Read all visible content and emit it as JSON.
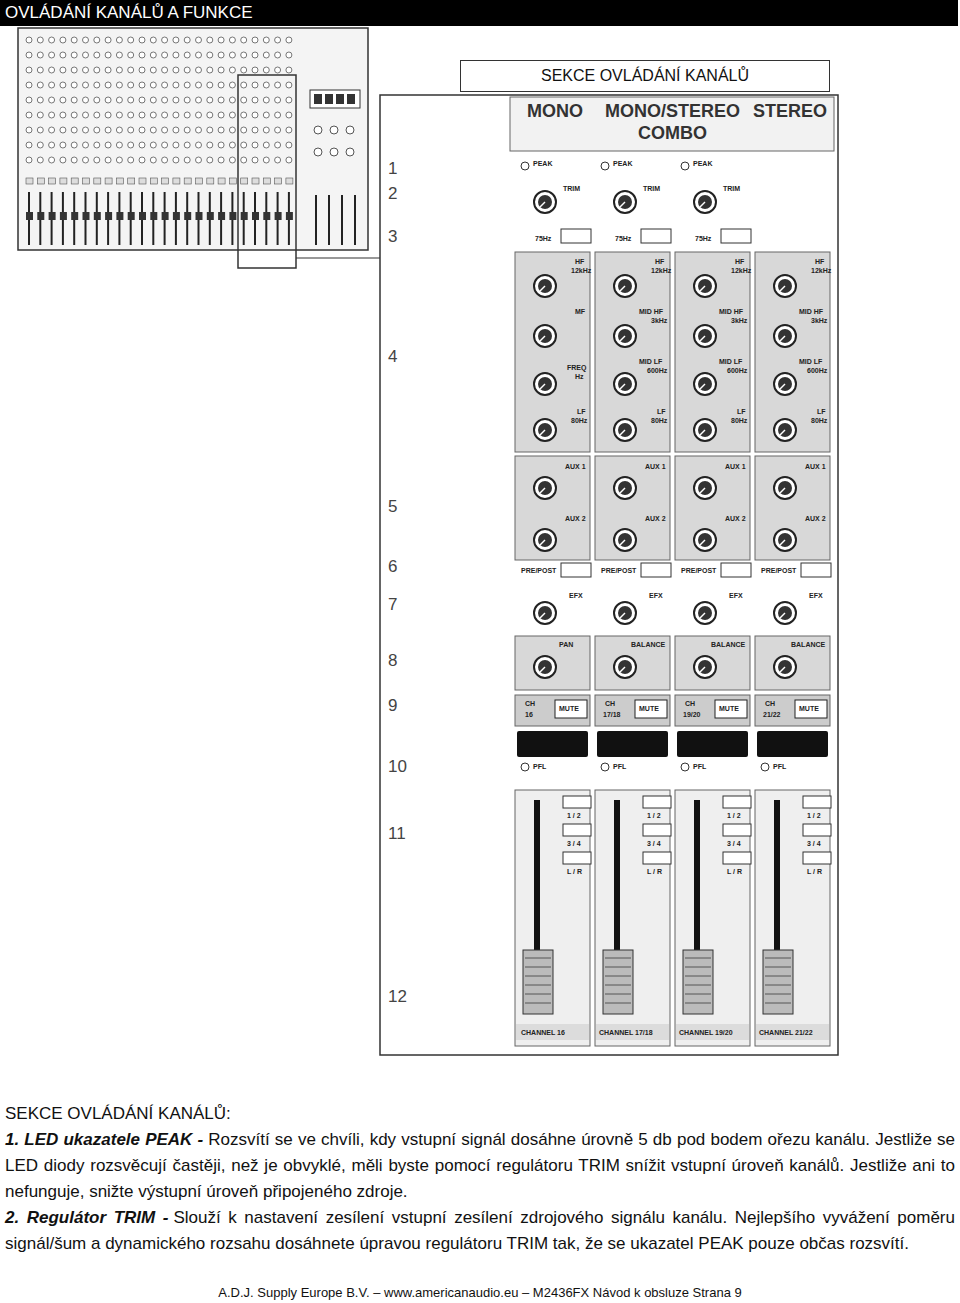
{
  "diagram": {
    "title": "OVLÁDÁNÍ KANÁLŮ A FUNKCE",
    "nodes": [
      {
        "text": [
          "SEKCE OVLÁDÁNÍ KANÁLŮ"
        ]
      }
    ],
    "labels": [
      "1",
      "2",
      "3",
      "4",
      "5",
      "6",
      "7",
      "8",
      "9",
      "10",
      "11",
      "12",
      "MONO",
      "MONO/STEREO COMBO",
      "STEREO",
      "PEAK",
      "TRIM",
      "75Hz",
      "HF",
      "12kHz",
      "MF",
      "FREQ",
      "Hz",
      "LF",
      "80Hz",
      "AUX 1",
      "AUX 2",
      "PRE/POST",
      "EFX",
      "PAN",
      "CH",
      "16",
      "MUTE",
      "PFL",
      "1 / 2",
      "3 / 4",
      "L / R",
      "CHANNEL 16",
      "PEAK",
      "TRIM",
      "75Hz",
      "HF",
      "12kHz",
      "MID HF",
      "3kHz",
      "MID LF",
      "600Hz",
      "LF",
      "80Hz",
      "AUX 1",
      "AUX 2",
      "PRE/POST",
      "EFX",
      "BALANCE",
      "CH",
      "17/18",
      "MUTE",
      "PFL",
      "1 / 2",
      "3 / 4",
      "L / R",
      "CHANNEL 17/18",
      "PEAK",
      "TRIM",
      "75Hz",
      "HF",
      "12kHz",
      "MID HF",
      "3kHz",
      "MID LF",
      "600Hz",
      "LF",
      "80Hz",
      "AUX 1",
      "AUX 2",
      "PRE/POST",
      "EFX",
      "BALANCE",
      "CH",
      "19/20",
      "MUTE",
      "PFL",
      "1 / 2",
      "3 / 4",
      "L / R",
      "CHANNEL 19/20",
      "HF",
      "12kHz",
      "MID HF",
      "3kHz",
      "MID LF",
      "600Hz",
      "LF",
      "80Hz",
      "AUX 1",
      "AUX 2",
      "PRE/POST",
      "EFX",
      "BALANCE",
      "CH",
      "21/22",
      "MUTE",
      "PFL",
      "1 / 2",
      "3 / 4",
      "L / R",
      "CHANNEL 21/22",
      "SEKCE OVLÁDÁNÍ KANÁLŮ:",
      "1. LED ukazatele PEAK -",
      "Rozsvítí se ve chvíli, kdy vstupní signál dosáhne úrovně 5 db pod bodem ořezu kanálu. Jestliže se LED diody rozsvěcují častěji, než je obvyklé, měli byste pomocí regulátoru TRIM snížit vstupní úroveň kanálů. Jestliže ani to nefunguje, snižte výstupní úroveň připojeného zdroje.",
      "2. Regulátor TRIM -",
      "Slouží k nastavení zesílení vstupní zesílení zdrojového signálu kanálu. Nejlepšího vyvážení poměru signál/šum a dynamického rozsahu dosáhnete úpravou regulátoru TRIM tak, že se ukazatel PEAK pouze občas rozsvítí.",
      "A.D.J. Supply Europe B.V. – www.americanaudio.eu – M2436FX Návod k obsluze Strana 9"
    ]
  }
}
